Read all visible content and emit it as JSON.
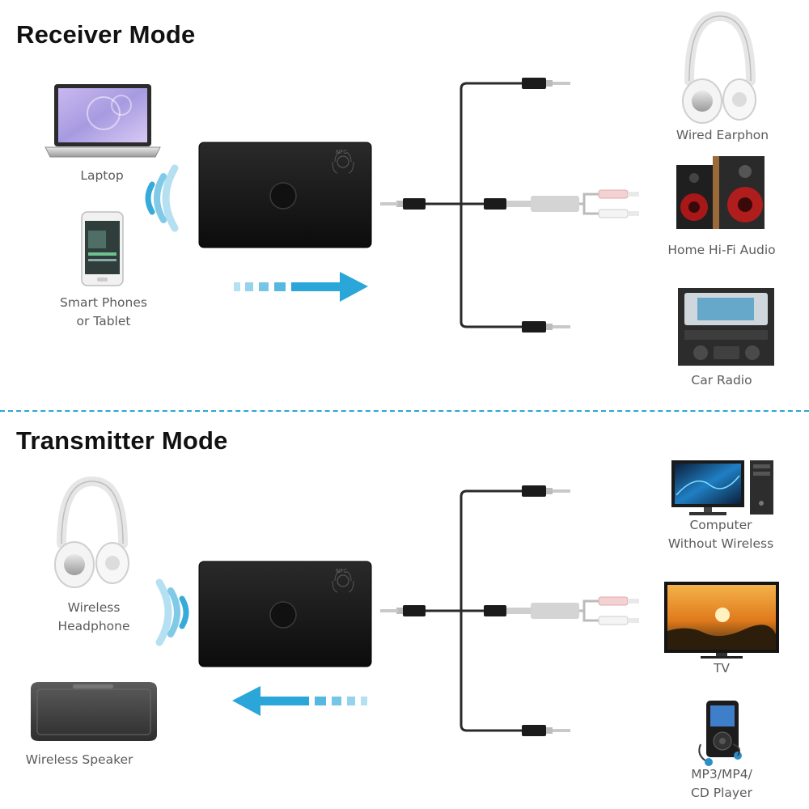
{
  "receiver": {
    "title": "Receiver Mode",
    "sources": {
      "laptop": "Laptop",
      "phone_line1": "Smart Phones",
      "phone_line2": "or Tablet"
    },
    "outputs": {
      "earphone": "Wired Earphon",
      "hifi": "Home Hi-Fi Audio",
      "car": "Car Radio"
    },
    "device_nfc": "NFC"
  },
  "transmitter": {
    "title": "Transmitter Mode",
    "outputs": {
      "headphone_line1": "Wireless",
      "headphone_line2": "Headphone",
      "speaker": "Wireless Speaker"
    },
    "sources": {
      "computer_line1": "Computer",
      "computer_line2": "Without Wireless",
      "tv": "TV",
      "mp3_line1": "MP3/MP4/",
      "mp3_line2": "CD Player"
    },
    "device_nfc": "NFC"
  },
  "colors": {
    "accent": "#2ba6d8",
    "device": "#161616",
    "cable": "#2a2a2a"
  },
  "icons": [
    "laptop-icon",
    "smartphone-icon",
    "wireless-signal-icon",
    "headphone-icon",
    "speaker-icon",
    "car-radio-icon",
    "monitor-icon",
    "pc-tower-icon",
    "tv-icon",
    "mp3-player-icon",
    "bluetooth-device-icon",
    "audio-jack-icon",
    "rca-plug-icon",
    "arrow-right-icon",
    "arrow-left-icon"
  ]
}
